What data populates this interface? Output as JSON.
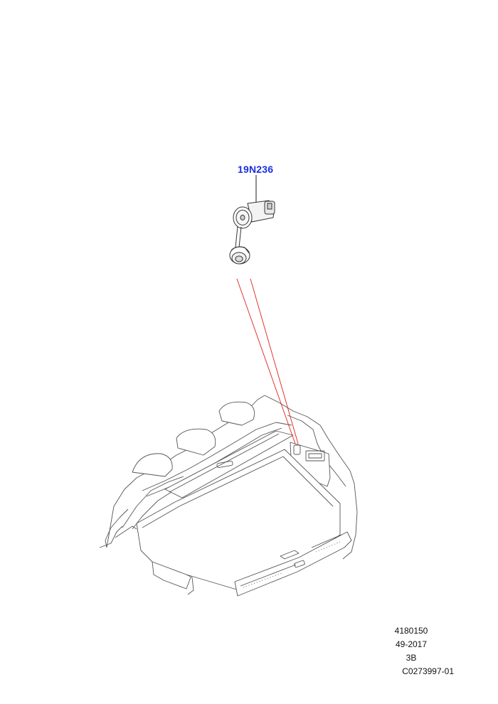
{
  "callout": {
    "part_number": "19N236"
  },
  "reference": {
    "illustration_number": "4180150",
    "date_code": "49-2017",
    "revision": "3B",
    "catalog_id": "C0273997-01"
  },
  "colors": {
    "callout_text": "#1a2fe0",
    "leader_lines": "#e0201a",
    "linework": "#555555"
  }
}
